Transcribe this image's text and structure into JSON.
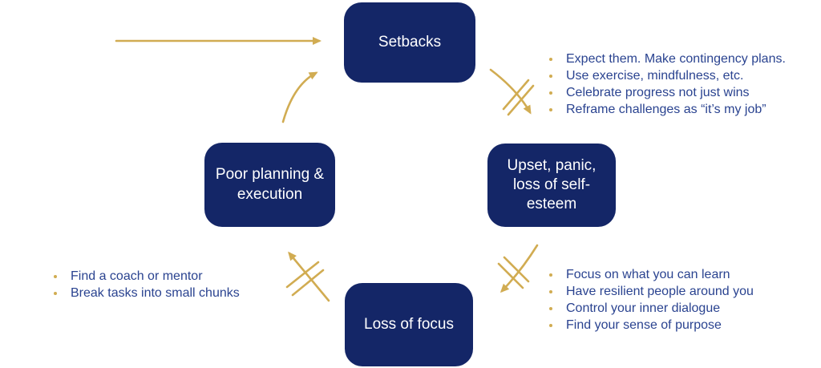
{
  "colors": {
    "box_bg": "#142667",
    "box_text": "#ffffff",
    "accent_gold": "#d1ac52",
    "tip_text": "#2a4390"
  },
  "boxes": {
    "setbacks": {
      "label": "Setbacks"
    },
    "upset": {
      "label": "Upset, panic, loss of self-esteem"
    },
    "poor_planning": {
      "label": "Poor planning & execution"
    },
    "loss_of_focus": {
      "label": "Loss of focus"
    }
  },
  "tips": {
    "setbacks": {
      "items": [
        "Expect them. Make contingency plans.",
        "Use exercise, mindfulness, etc.",
        "Celebrate progress not just wins",
        "Reframe challenges as “it’s my job”"
      ]
    },
    "upset": {
      "items": [
        "Focus on what you can learn",
        "Have resilient people around you",
        "Control your inner dialogue",
        "Find your sense of purpose"
      ]
    },
    "loss_of_focus": {
      "items": [
        "Find a coach or mentor",
        "Break tasks into small chunks"
      ]
    }
  },
  "arrows": {
    "entry": "straight arrow into Setbacks",
    "poor_to_setbacks": "curved arrow, no break",
    "setbacks_to_upset": "arrow with double break marks",
    "upset_to_loss": "arrow with double break marks",
    "loss_to_poor": "arrow with double break marks"
  }
}
